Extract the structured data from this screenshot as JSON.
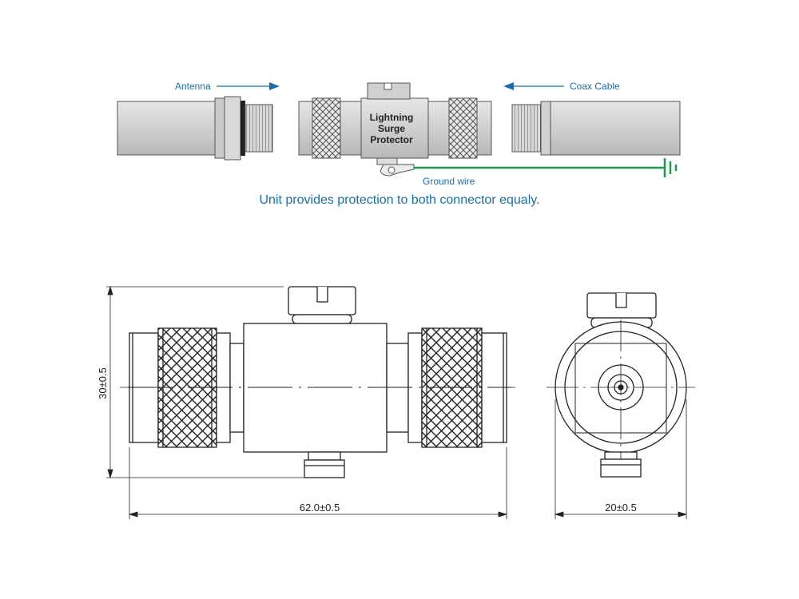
{
  "top_diagram": {
    "antenna_label": "Antenna",
    "coax_label": "Coax Cable",
    "protector_label_line1": "Lightning",
    "protector_label_line2": "Surge",
    "protector_label_line3": "Protector",
    "ground_label": "Ground wire",
    "caption": "Unit provides protection to both connector equaly."
  },
  "dimensions": {
    "height": "30±0.5",
    "length": "62.0±0.5",
    "width": "20±0.5"
  },
  "colors": {
    "accent_blue": "#1a6fa8",
    "ground_green": "#1a9a4a",
    "body_gray": "#d4d4d4",
    "outline": "#333333"
  }
}
